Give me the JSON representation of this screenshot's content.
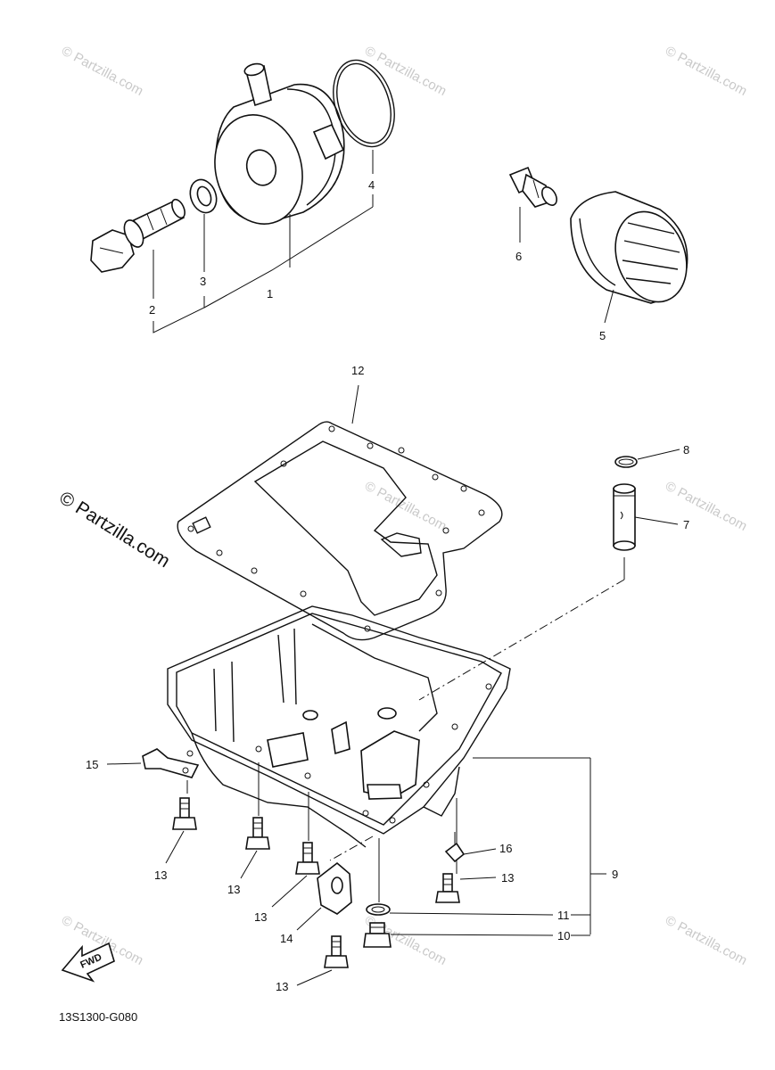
{
  "diagram": {
    "watermark_text": "© Partzilla.com",
    "main_watermark": "© Partzilla.com",
    "drawing_code": "13S1300-G080",
    "fwd_label": "FWD",
    "callouts": {
      "c1": "1",
      "c2": "2",
      "c3": "3",
      "c4": "4",
      "c5": "5",
      "c6": "6",
      "c7": "7",
      "c8": "8",
      "c9": "9",
      "c10": "10",
      "c11": "11",
      "c12": "12",
      "c13a": "13",
      "c13b": "13",
      "c13c": "13",
      "c13d": "13",
      "c13e": "13",
      "c14": "14",
      "c15": "15",
      "c16": "16"
    }
  }
}
